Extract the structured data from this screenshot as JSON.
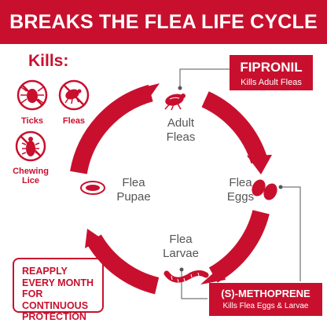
{
  "header": {
    "title": "BREAKS THE FLEA LIFE CYCLE"
  },
  "kills": {
    "title": "Kills:",
    "items": [
      {
        "label": "Ticks",
        "icon": "tick-crossed-icon"
      },
      {
        "label": "Fleas",
        "icon": "flea-crossed-icon"
      },
      {
        "label": "Chewing Lice",
        "icon": "lice-crossed-icon"
      }
    ]
  },
  "ingredients": {
    "fipronil": {
      "name": "FIPRONIL",
      "desc": "Kills Adult Fleas"
    },
    "methoprene": {
      "name": "(S)-METHOPRENE",
      "desc": "Kills Flea Eggs & Larvae"
    }
  },
  "cycle": {
    "adult": {
      "line1": "Adult",
      "line2": "Fleas"
    },
    "eggs": {
      "line1": "Flea",
      "line2": "Eggs"
    },
    "larvae": {
      "line1": "Flea",
      "line2": "Larvae"
    },
    "pupae": {
      "line1": "Flea",
      "line2": "Pupae"
    }
  },
  "reapply": {
    "text": "REAPPLY EVERY MONTH FOR CONTINUOUS PROTECTION"
  },
  "colors": {
    "brand_red": "#c8102e",
    "text_gray": "#555555"
  }
}
